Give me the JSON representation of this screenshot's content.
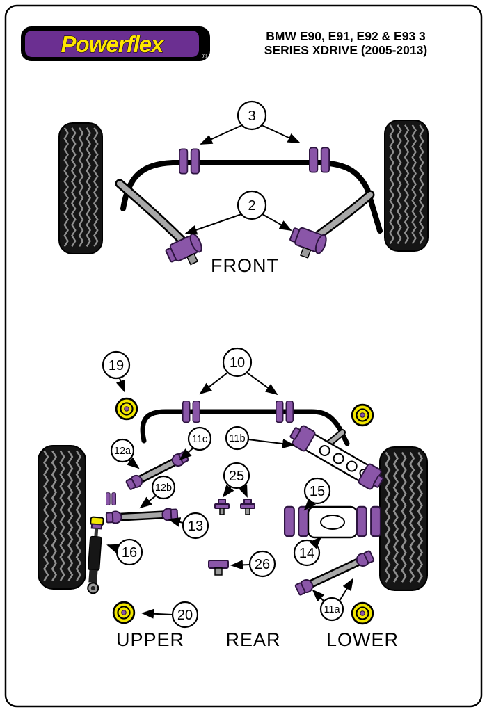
{
  "header": {
    "logo_text": "Powerflex",
    "registered_mark": "®",
    "title_line1": "BMW E90, E91, E92 & E93 3",
    "title_line2": "SERIES XDRIVE (2005-2013)"
  },
  "front": {
    "label": "FRONT",
    "callouts": {
      "c3": "3",
      "c2": "2"
    }
  },
  "rear": {
    "labels": {
      "upper": "UPPER",
      "rear": "REAR",
      "lower": "LOWER"
    },
    "callouts": {
      "c19": "19",
      "c10": "10",
      "c12a": "12a",
      "c11c": "11c",
      "c11b": "11b",
      "c12b": "12b",
      "c25": "25",
      "c13": "13",
      "c15": "15",
      "c16": "16",
      "c14": "14",
      "c26": "26",
      "c11a": "11a",
      "c20": "20"
    }
  },
  "colors": {
    "bush_purple": "#8a56a8",
    "bush_outline": "#2d1440",
    "part_yellow": "#f2e600",
    "logo_purple": "#6b2f91",
    "logo_yellow": "#ffe600"
  }
}
